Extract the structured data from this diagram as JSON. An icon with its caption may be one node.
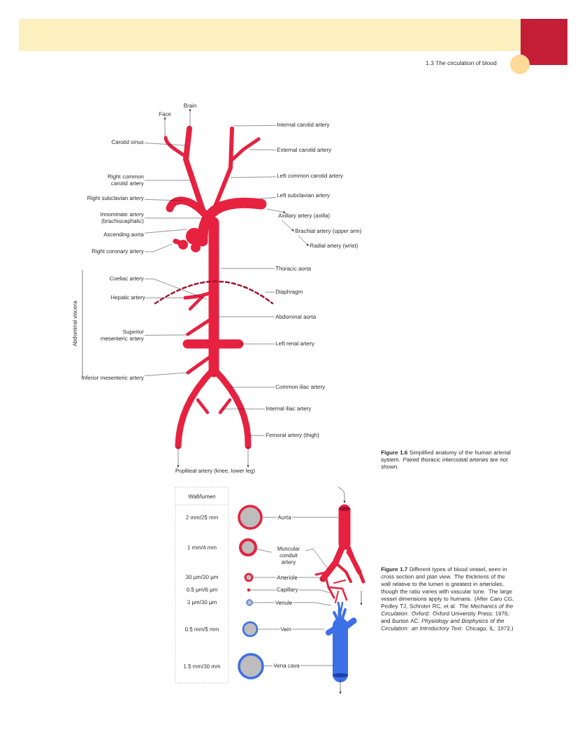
{
  "diagram": {
    "nodes": [
      {
        "text": [
          "Face"
        ]
      },
      {
        "text": [
          "Brain"
        ]
      },
      {
        "text": [
          "Carotid sinus"
        ]
      },
      {
        "text": [
          "Right common carotid artery"
        ]
      },
      {
        "text": [
          "Right subclavian artery"
        ]
      },
      {
        "text": [
          "Innominate artery (brachiocephalic)"
        ]
      },
      {
        "text": [
          "Ascending aorta"
        ]
      },
      {
        "text": [
          "Right coronary artery"
        ]
      },
      {
        "text": [
          "Internal carotid artery"
        ]
      },
      {
        "text": [
          "External carotid artery"
        ]
      },
      {
        "text": [
          "Left common carotid artery"
        ]
      },
      {
        "text": [
          "Left subclavian artery"
        ]
      },
      {
        "text": [
          "Axillary artery (axilla)"
        ]
      },
      {
        "text": [
          "Brachial artery (upper arm)"
        ]
      },
      {
        "text": [
          "Radial artery (wrist)"
        ]
      },
      {
        "text": [
          "Thoracic aorta"
        ]
      },
      {
        "text": [
          "Coeliac artery"
        ]
      },
      {
        "text": [
          "Hepatic artery"
        ]
      },
      {
        "text": [
          "Diaphragm"
        ]
      },
      {
        "text": [
          "Abdominal aorta"
        ]
      },
      {
        "text": [
          "Superior mesenteric artery"
        ]
      },
      {
        "text": [
          "Left renal artery"
        ]
      },
      {
        "text": [
          "Inferior mesenteric artery"
        ]
      },
      {
        "text": [
          "Common iliac artery"
        ]
      },
      {
        "text": [
          "Internal iliac artery"
        ]
      },
      {
        "text": [
          "Femoral artery (thigh)"
        ]
      },
      {
        "text": [
          "Popliteal artery (knee, lower leg)"
        ]
      },
      {
        "text": [],
        "shape": "circle"
      },
      {
        "text": [
          "Aorta"
        ]
      },
      {
        "text": [],
        "shape": "circle"
      },
      {
        "text": [
          "Muscular conduit artery"
        ]
      },
      {
        "text": [],
        "shape": "circle"
      },
      {
        "text": [
          "Arteriole"
        ]
      },
      {
        "text": [],
        "shape": "circle"
      },
      {
        "text": [
          "Capillary"
        ]
      },
      {
        "text": [],
        "shape": "circle"
      },
      {
        "text": [
          "Venule"
        ]
      },
      {
        "text": [],
        "shape": "circle"
      },
      {
        "text": [
          "Vein"
        ]
      },
      {
        "text": [],
        "shape": "circle"
      },
      {
        "text": [
          "Vena cava"
        ]
      }
    ],
    "edges": [
      {
        "from": null,
        "to": 0,
        "arrow": "to"
      },
      {
        "from": null,
        "to": 1,
        "arrow": "to"
      },
      {
        "from": 2,
        "to": null,
        "arrow": "none"
      },
      {
        "from": 3,
        "to": null,
        "arrow": "none"
      },
      {
        "from": 4,
        "to": null,
        "arrow": "none"
      },
      {
        "from": 5,
        "to": null,
        "arrow": "none"
      },
      {
        "from": 6,
        "to": null,
        "arrow": "none"
      },
      {
        "from": 7,
        "to": null,
        "arrow": "none"
      },
      {
        "from": 8,
        "to": null,
        "arrow": "none"
      },
      {
        "from": 9,
        "to": null,
        "arrow": "none"
      },
      {
        "from": 10,
        "to": null,
        "arrow": "none"
      },
      {
        "from": 11,
        "to": null,
        "arrow": "none"
      },
      {
        "from": null,
        "to": 12,
        "arrow": "to"
      },
      {
        "from": 12,
        "to": 13,
        "arrow": "to"
      },
      {
        "from": 13,
        "to": 14,
        "arrow": "to"
      },
      {
        "from": 15,
        "to": null,
        "arrow": "none"
      },
      {
        "from": 16,
        "to": null,
        "arrow": "none"
      },
      {
        "from": 17,
        "to": null,
        "arrow": "none"
      },
      {
        "from": 18,
        "to": null,
        "arrow": "none"
      },
      {
        "from": 19,
        "to": null,
        "arrow": "none"
      },
      {
        "from": 20,
        "to": null,
        "arrow": "none"
      },
      {
        "from": 21,
        "to": null,
        "arrow": "none"
      },
      {
        "from": 22,
        "to": null,
        "arrow": "none"
      },
      {
        "from": 23,
        "to": null,
        "arrow": "none"
      },
      {
        "from": 24,
        "to": null,
        "arrow": "none"
      },
      {
        "from": 25,
        "to": null,
        "arrow": "none"
      },
      {
        "from": null,
        "to": 26,
        "arrow": "to"
      },
      {
        "from": null,
        "to": 26,
        "arrow": "to"
      },
      {
        "from": 27,
        "to": 28,
        "arrow": "none"
      },
      {
        "from": 28,
        "to": null,
        "arrow": "none"
      },
      {
        "from": 29,
        "to": 30,
        "arrow": "none"
      },
      {
        "from": 30,
        "to": null,
        "arrow": "none"
      },
      {
        "from": 31,
        "to": 32,
        "arrow": "none"
      },
      {
        "from": 32,
        "to": null,
        "arrow": "none"
      },
      {
        "from": 33,
        "to": 34,
        "arrow": "none"
      },
      {
        "from": 34,
        "to": null,
        "arrow": "none"
      },
      {
        "from": 35,
        "to": 36,
        "arrow": "none"
      },
      {
        "from": 36,
        "to": null,
        "arrow": "none"
      },
      {
        "from": 37,
        "to": 38,
        "arrow": "none"
      },
      {
        "from": 38,
        "to": null,
        "arrow": "none"
      },
      {
        "from": 39,
        "to": 40,
        "arrow": "none"
      },
      {
        "from": 40,
        "to": null,
        "arrow": "none"
      }
    ],
    "labels": [
      "1.3 The circulation of blood",
      "Abdominal viscera",
      "Wall/lumen",
      "2 mm/25 mm",
      "1 mm/4 mm",
      "30 µm/30 µm",
      "0.5 µm/6 µm",
      "3 µm/30 µm",
      "0.5 mm/5 mm",
      "1.5 mm/30 mm",
      "**Figure 1.6** Simplified anatomy of the human arterial system. Paired thoracic intercostal arteries are not shown.",
      "**Figure 1.7** Different types of blood vessel, seen in cross section and plan view. The thickness of the wall relative to the lumen is greatest in arterioles, though the ratio varies with vascular tone. The large vessel dimensions apply to humans. (After Caro CG, Pedley TJ, Schroter RC, et al. *The Mechanics of the Circulation*. Oxford: Oxford University Press; 1978, and Burton AC. *Physiology and Biophysics of the Circulation: an Introductory Text*. Chicago, IL: 1972.)"
    ]
  }
}
